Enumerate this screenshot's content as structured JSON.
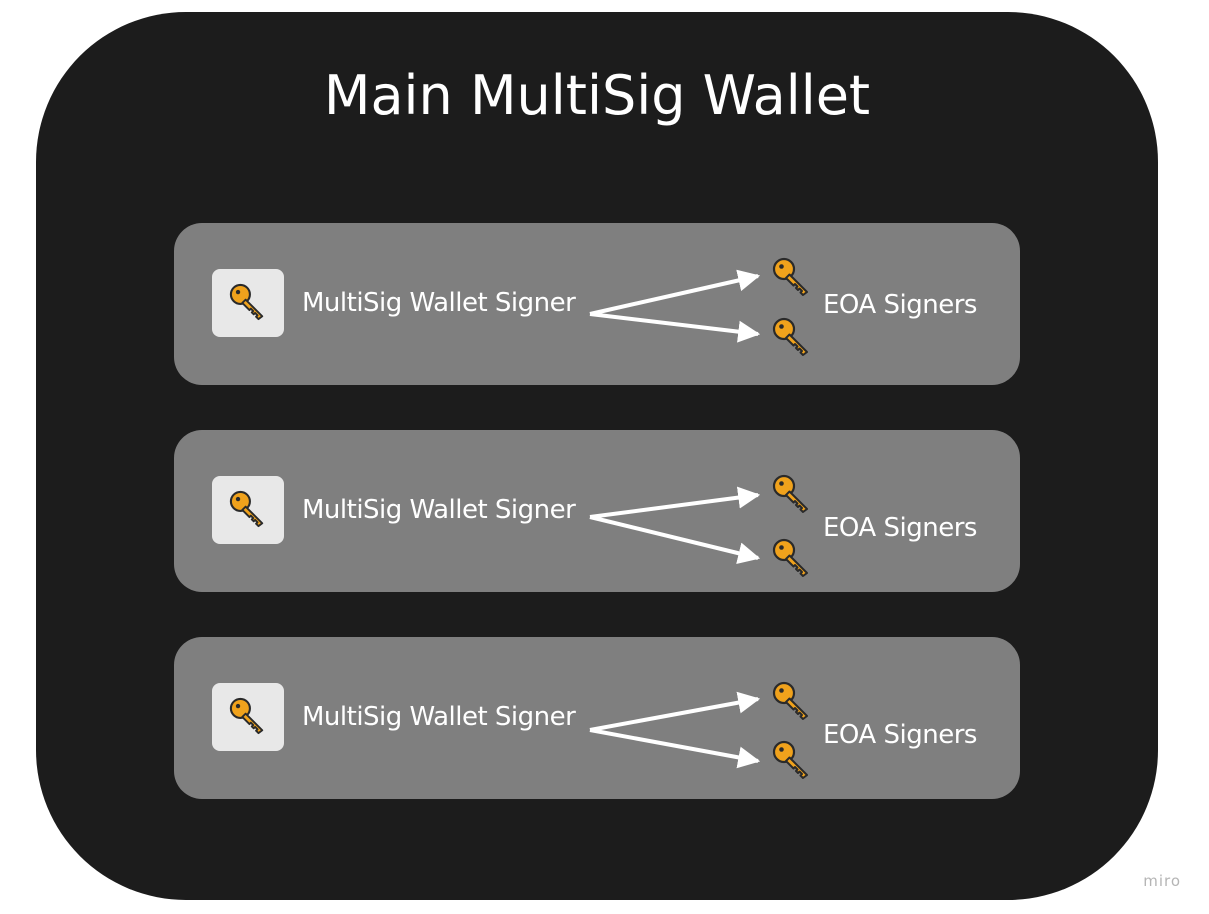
{
  "diagram": {
    "title": "Main MultiSig Wallet",
    "groups": [
      {
        "signer_label": "MultiSig Wallet Signer",
        "eoa_label": "EOA Signers"
      },
      {
        "signer_label": "MultiSig Wallet Signer",
        "eoa_label": "EOA Signers"
      },
      {
        "signer_label": "MultiSig Wallet Signer",
        "eoa_label": "EOA Signers"
      }
    ]
  },
  "watermark": "miro",
  "colors": {
    "wallet_background": "#1c1c1c",
    "group_background": "#7f7f7f",
    "key_fill": "#f0a21c",
    "key_outline": "#2a2a2a",
    "arrow": "#ffffff",
    "text": "#ffffff"
  },
  "icons": {
    "signer_icon": "key-icon",
    "eoa_icon": "key-icon"
  }
}
